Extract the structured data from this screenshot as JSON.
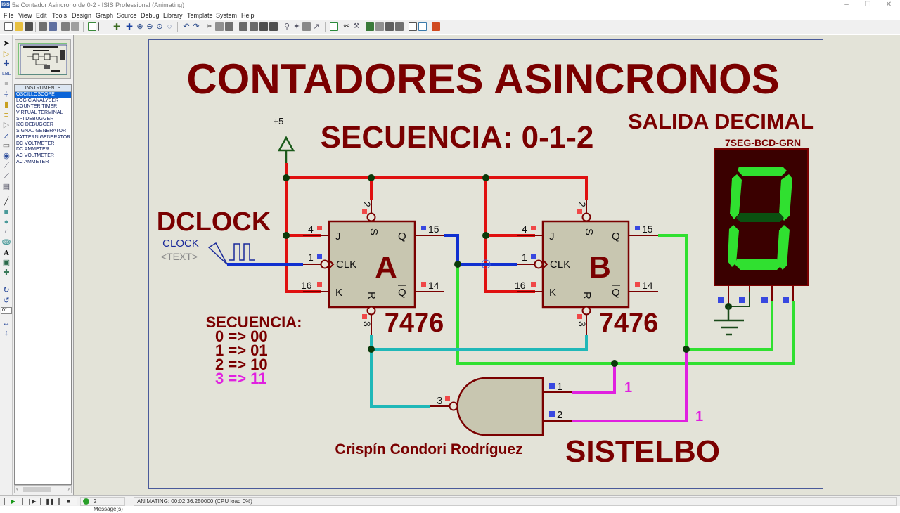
{
  "window": {
    "app_icon": "ISIS",
    "title": "5a Contador Asincrono de 0-2 - ISIS Professional (Animating)",
    "controls": {
      "minimize": "–",
      "restore": "❐",
      "close": "✕"
    }
  },
  "menu": [
    "File",
    "View",
    "Edit",
    "Tools",
    "Design",
    "Graph",
    "Source",
    "Debug",
    "Library",
    "Template",
    "System",
    "Help"
  ],
  "toolbar": {
    "buttons": [
      "new-file",
      "open-file",
      "save-file",
      "import",
      "export",
      "print",
      "print-area",
      "refresh",
      "grid",
      "origin",
      "pan",
      "zoom-in",
      "zoom-out",
      "zoom-all",
      "zoom-area",
      "undo",
      "redo",
      "cut",
      "copy",
      "paste",
      "block-copy",
      "block-move",
      "block-rotate",
      "block-delete",
      "pick-device",
      "make-device",
      "packaging",
      "decompose",
      "wire-autorouter",
      "search-tag",
      "property-assignment",
      "design-explorer",
      "new-sheet",
      "remove-sheet",
      "goto-sheet",
      "bill-of-materials",
      "electrical-rules",
      "netlist-to-ares"
    ]
  },
  "left_tools": [
    "selection",
    "component",
    "junction-dot",
    "wire-label",
    "text-script",
    "buses",
    "subcircuit",
    "terminals",
    "device-pins",
    "graph",
    "tape-recorder",
    "generator",
    "voltage-probe",
    "current-probe",
    "virtual-instruments",
    "2d-line",
    "2d-box",
    "2d-circle",
    "2d-arc",
    "2d-path",
    "2d-text",
    "2d-symbol",
    "2d-marker",
    "rotate-cw",
    "rotate-ccw",
    "angle",
    "mirror-x",
    "mirror-y"
  ],
  "rotation_angle": "0°",
  "panel": {
    "list_header": "INSTRUMENTS",
    "items": [
      "OSCILLOSCOPE",
      "LOGIC ANALYSER",
      "COUNTER TIMER",
      "VIRTUAL TERMINAL",
      "SPI DEBUGGER",
      "I2C DEBUGGER",
      "SIGNAL GENERATOR",
      "PATTERN GENERATOR",
      "DC VOLTMETER",
      "DC AMMETER",
      "AC VOLTMETER",
      "AC AMMETER"
    ],
    "selected_index": 0
  },
  "schematic": {
    "title": "CONTADORES ASINCRONOS",
    "subtitle": "SECUENCIA: 0-1-2",
    "display_title": "SALIDA DECIMAL",
    "display_part": "7SEG-BCD-GRN",
    "display_value": "0",
    "power_label": "+5",
    "clock_title": "DCLOCK",
    "clock_name": "CLOCK",
    "clock_text": "<TEXT>",
    "ff_a": {
      "label": "A",
      "part": "7476",
      "pins": {
        "j": "J",
        "clk": "CLK",
        "k": "K",
        "s": "S",
        "r": "R",
        "q": "Q",
        "qn": "Q",
        "j_num": "4",
        "clk_num": "1",
        "k_num": "16",
        "s_num": "2",
        "r_num": "3",
        "q_num": "15",
        "qn_num": "14"
      }
    },
    "ff_b": {
      "label": "B",
      "part": "7476",
      "pins": {
        "j": "J",
        "clk": "CLK",
        "k": "K",
        "s": "S",
        "r": "R",
        "q": "Q",
        "qn": "Q",
        "j_num": "4",
        "clk_num": "1",
        "k_num": "16",
        "s_num": "2",
        "r_num": "3",
        "q_num": "15",
        "qn_num": "14"
      }
    },
    "sequence": {
      "heading": "SECUENCIA:",
      "rows": [
        "0 => 00",
        "1 => 01",
        "2 => 10",
        "3 => 11"
      ]
    },
    "nand": {
      "in1": "1",
      "in2": "2",
      "out": "3",
      "in1_state": "1",
      "in2_state": "1"
    },
    "author": "Crispín Condori Rodríguez",
    "brand": "SISTELBO",
    "colors": {
      "text": "#7a0000",
      "wire_high": "#e01010",
      "wire_clock": "#1030d0",
      "wire_q": "#30e030",
      "wire_reset": "#20b8b8",
      "wire_nand": "#e020e0",
      "part_fill": "#c8c6b0",
      "canvas": "#e3e3d8",
      "seg_on": "#30e030",
      "seg_off": "#0a5010",
      "display_bg": "#3a0000"
    }
  },
  "status": {
    "controls": [
      "play",
      "step",
      "pause",
      "stop"
    ],
    "messages": "2 Message(s)",
    "animating": "ANIMATING: 00:02:36.250000 (CPU load 0%)"
  }
}
